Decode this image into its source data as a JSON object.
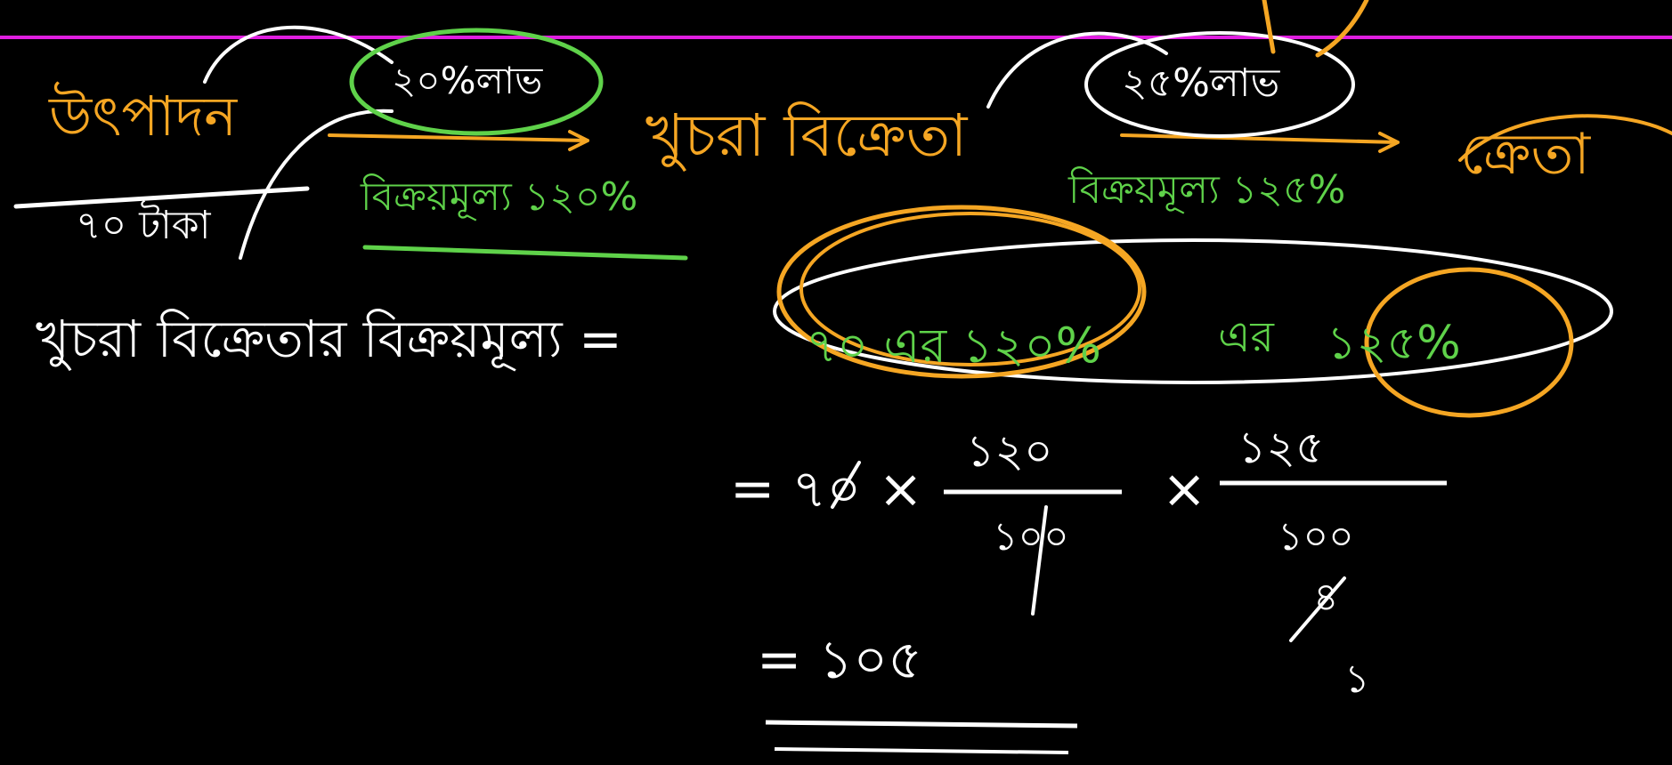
{
  "colors": {
    "background": "#000000",
    "white_ink": "#ffffff",
    "green_ink": "#5fd24a",
    "orange_ink": "#f5a623",
    "magenta_line": "#e01ee0"
  },
  "board": {
    "producer": "উৎপাদন",
    "producer_cost": "৭০ টাকা",
    "profit_1": "২০%লাভ",
    "sale_price_1": "বিক্রয়মূল্য ১২০%",
    "retailer": "খুচরা বিক্রেতা",
    "profit_2": "২৫%লাভ",
    "sale_price_2": "বিক্রয়মূল্য ১২৫%",
    "buyer": "ক্রেতা",
    "equation_label": "খুচরা বিক্রেতার বিক্রয়মূল্য =",
    "term_1": "৭০ এর ১২০%",
    "connector": "এর",
    "term_2": "১২৫%",
    "calc_start": "= ৭০ ×",
    "frac1_num": "১২০",
    "frac1_den": "১০০",
    "times": "×",
    "frac2_num": "১২৫",
    "frac2_den": "১০০",
    "cancel_1": "৪",
    "cancel_2": "১",
    "result": "= ১০৫"
  }
}
